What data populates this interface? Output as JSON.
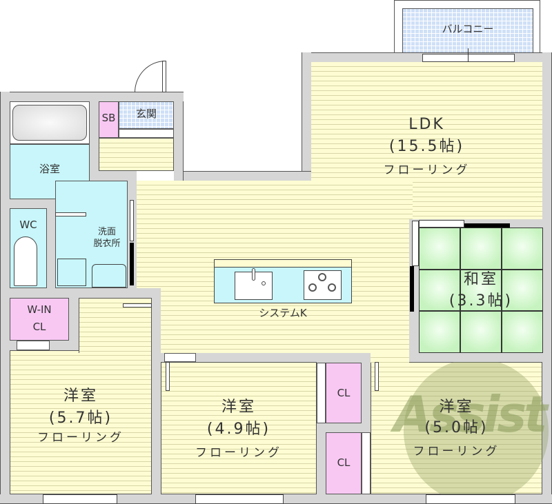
{
  "floorplan": {
    "rooms": {
      "balcony": {
        "label": "バルコニー"
      },
      "ldk": {
        "name": "LDK",
        "size": "(15.5帖)",
        "flooring": "フローリング"
      },
      "entrance": {
        "label": "玄関"
      },
      "shoe_box": {
        "label": "SB"
      },
      "bathroom": {
        "label": "浴室"
      },
      "toilet": {
        "label": "WC"
      },
      "washroom": {
        "line1": "洗面",
        "line2": "脱衣所"
      },
      "walk_in_closet": {
        "line1": "W-IN",
        "line2": "CL"
      },
      "kitchen": {
        "label": "システムK"
      },
      "japanese_room": {
        "name": "和室",
        "size": "(3.3帖)"
      },
      "western_room_1": {
        "name": "洋室",
        "size": "(5.7帖)",
        "flooring": "フローリング"
      },
      "western_room_2": {
        "name": "洋室",
        "size": "(4.9帖)",
        "flooring": "フローリング"
      },
      "western_room_3": {
        "name": "洋室",
        "size": "(5.0帖)",
        "flooring": "フローリング"
      },
      "closet_1": {
        "label": "CL"
      },
      "closet_2": {
        "label": "CL"
      }
    },
    "watermark": {
      "text": "Assist",
      "color": "#8a9a5b"
    },
    "colors": {
      "wall": "#d6d6d6",
      "flooring": "#fdfcd2",
      "wet_area": "#c8f6fa",
      "closet": "#f8c8f3",
      "tatami": "#c6f3bf",
      "tile": "#cfe0f7"
    }
  }
}
